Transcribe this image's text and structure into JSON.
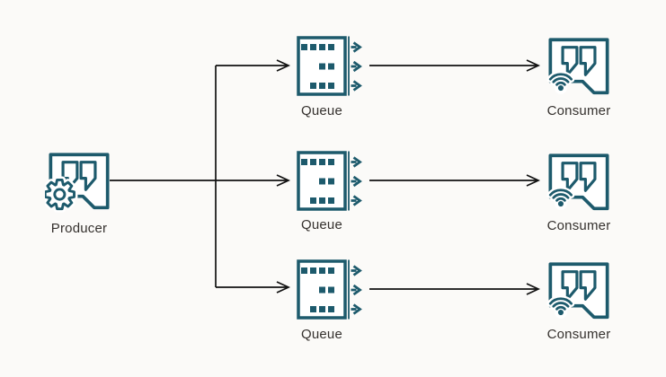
{
  "diagram": {
    "title": "Producer to queues to consumers fan-out diagram",
    "background_color": "#fbfaf8",
    "icon_color": "#1d5a6c",
    "arrow_color": "#111111",
    "label_color": "#35312e"
  },
  "nodes": {
    "producer": {
      "label": "Producer",
      "icon": "chat-bubble-gear-icon"
    },
    "queues": [
      {
        "label": "Queue",
        "icon": "queue-icon"
      },
      {
        "label": "Queue",
        "icon": "queue-icon"
      },
      {
        "label": "Queue",
        "icon": "queue-icon"
      }
    ],
    "consumers": [
      {
        "label": "Consumer",
        "icon": "chat-bubble-wifi-icon"
      },
      {
        "label": "Consumer",
        "icon": "chat-bubble-wifi-icon"
      },
      {
        "label": "Consumer",
        "icon": "chat-bubble-wifi-icon"
      }
    ]
  },
  "edges": [
    {
      "from": "producer",
      "to": "queue-1"
    },
    {
      "from": "producer",
      "to": "queue-2"
    },
    {
      "from": "producer",
      "to": "queue-3"
    },
    {
      "from": "queue-1",
      "to": "consumer-1"
    },
    {
      "from": "queue-2",
      "to": "consumer-2"
    },
    {
      "from": "queue-3",
      "to": "consumer-3"
    }
  ]
}
